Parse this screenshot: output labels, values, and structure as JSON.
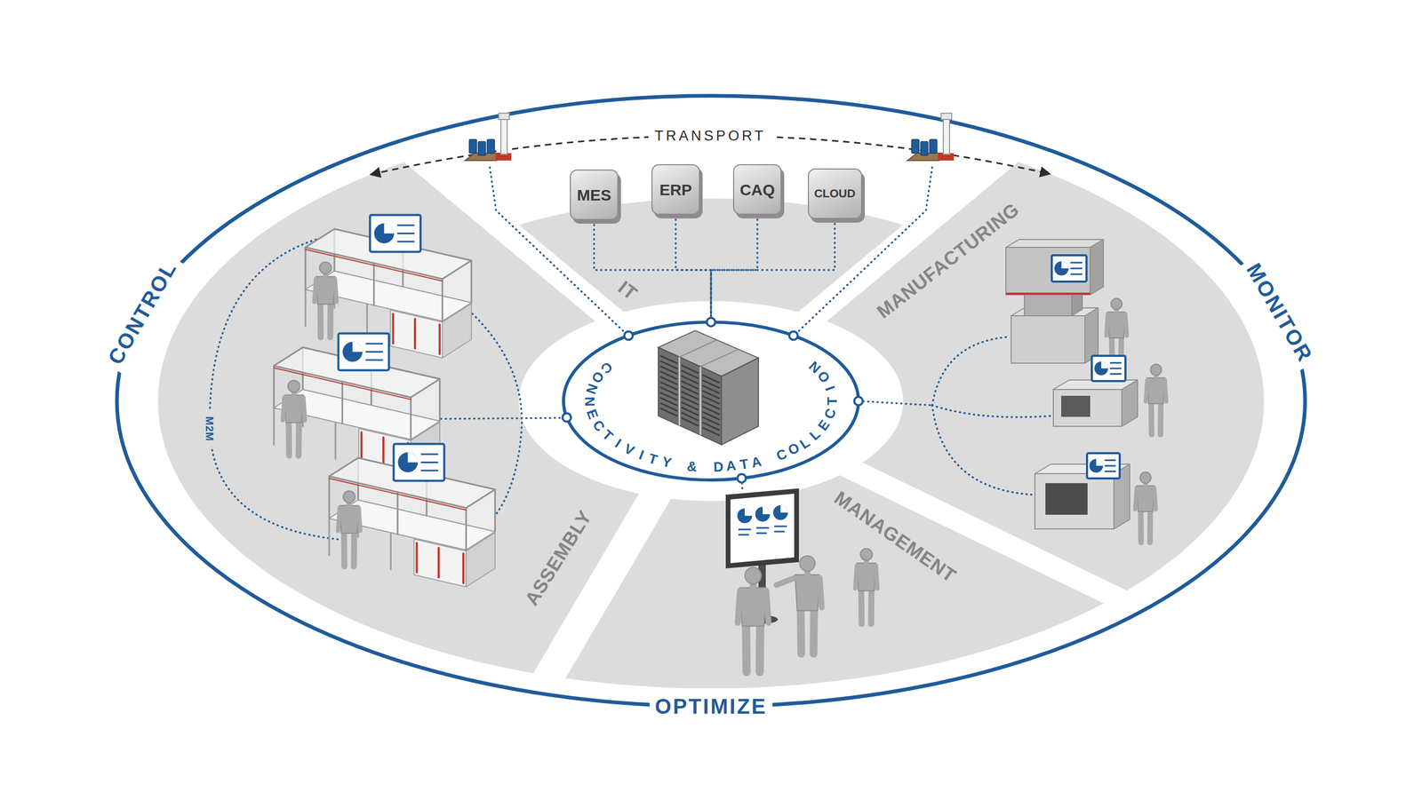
{
  "diagram": {
    "nodes": [
      {
        "text": [
          "IT"
        ]
      },
      {
        "text": [
          "MES"
        ],
        "in": 0
      },
      {
        "text": [
          "ERP"
        ],
        "in": 0
      },
      {
        "text": [
          "CAQ"
        ],
        "in": 0
      },
      {
        "text": [
          "CLOUD"
        ],
        "in": 0
      },
      {
        "text": [
          "MANUFACTURING"
        ]
      },
      {
        "text": [
          "CONNECTIVITY & DATA COLLECTION"
        ]
      },
      {
        "text": [
          "ASSEMBLY"
        ]
      },
      {
        "text": [
          "MANAGEMENT"
        ]
      }
    ],
    "edges": [
      {
        "from": 1,
        "to": 6,
        "arrow": "none"
      },
      {
        "from": 2,
        "to": 6,
        "arrow": "none"
      },
      {
        "from": 3,
        "to": 6,
        "arrow": "none"
      },
      {
        "from": 4,
        "to": 6,
        "arrow": "none"
      },
      {
        "from": 7,
        "to": 5,
        "label": "TRANSPORT",
        "arrow": "both"
      }
    ],
    "labels": [
      "CONTROL",
      "MONITOR",
      "OPTIMIZE",
      "M2M"
    ]
  }
}
